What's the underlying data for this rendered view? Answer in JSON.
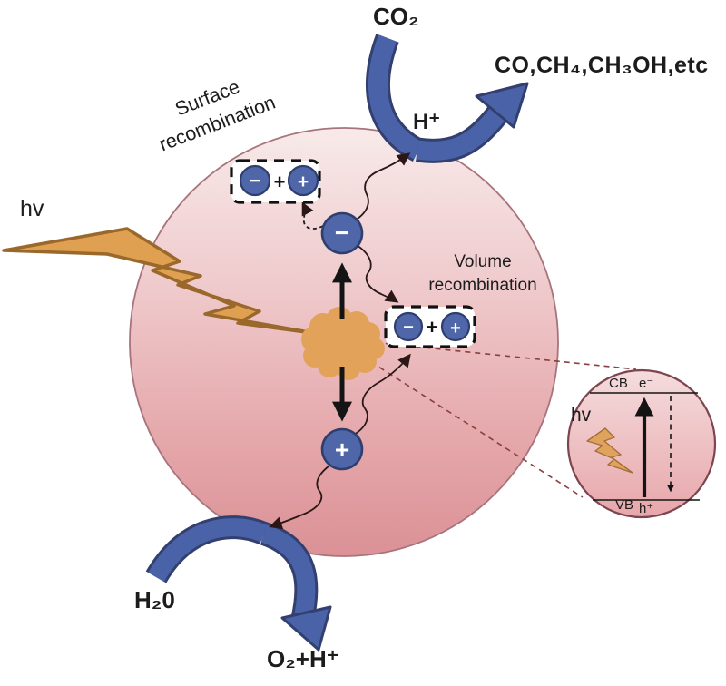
{
  "figure": {
    "co2": "CO₂",
    "h_plus": "H⁺",
    "products": "CO,CH₄,CH₃OH,etc",
    "surface_recombination_line1": "Surface",
    "surface_recombination_line2": "recombination",
    "volume_recombination_line1": "Volume",
    "volume_recombination_line2": "recombination",
    "hv": "hv",
    "h2o": "H₂0",
    "o2_h_plus": "O₂+H⁺",
    "electron_symbol": "−",
    "hole_symbol": "+",
    "pair_plus": "+",
    "inset": {
      "cb": "CB",
      "electron": "e⁻",
      "hv": "hv",
      "vb": "VB",
      "hole": "h⁺"
    }
  },
  "colors": {
    "ink": "#1c1c1c",
    "particle_top": "#f8eaea",
    "particle_mid": "#eec6c9",
    "particle_bottom": "#dc9297",
    "particle_edge": "#a8747c",
    "arrow_blue": "#4a63a8",
    "arrow_blue_dark": "#33406f",
    "carrier_blue": "#4f67a8",
    "carrier_blue_dark": "#2e3e6e",
    "bolt_orange": "#dfa052",
    "bolt_outline": "#9a682b",
    "cloud_orange": "#e2a259",
    "connector_red": "#8a4040",
    "wavy_ink": "#2b1717",
    "inset_edge": "#7d4550"
  }
}
